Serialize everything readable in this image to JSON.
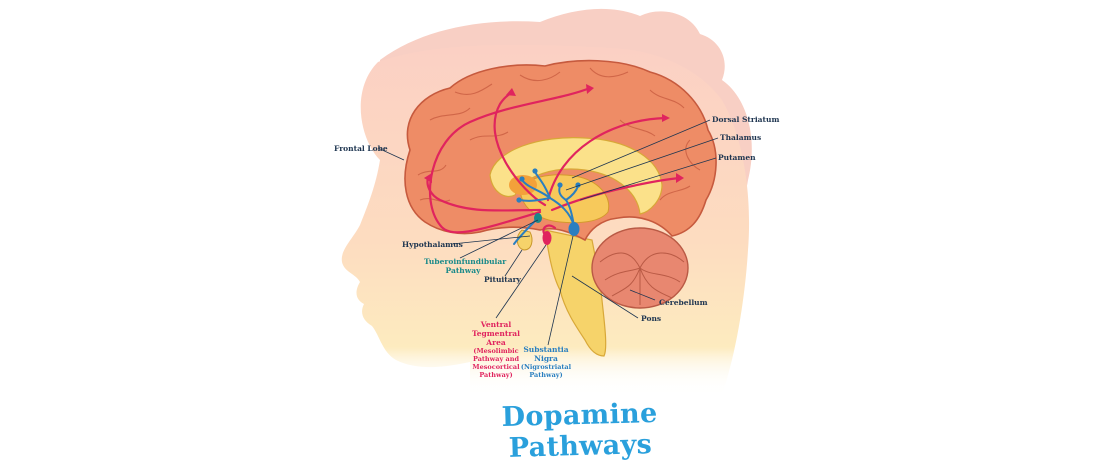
{
  "title": "Dopamine Pathways",
  "labels": {
    "frontal_lobe": "Frontal Lobe",
    "dorsal_striatum": "Dorsal Striatum",
    "thalamus": "Thalamus",
    "putamen": "Putamen",
    "hypothalamus": "Hypothalamus",
    "tuberoinfundibular": [
      "Tuberoinfundibular",
      "Pathway"
    ],
    "pituitary": "Pituitary",
    "cerebellum": "Cerebellum",
    "pons": "Pons",
    "vta": [
      "Ventral",
      "Tegmentral",
      "Area"
    ],
    "vta_sub": [
      "(Mesolimbic",
      "Pathway and",
      "Mesocortical",
      "Pathway)"
    ],
    "sn": [
      "Substantia",
      "Nigra"
    ],
    "sn_sub": [
      "(Nigrostriatal",
      "Pathway)"
    ]
  },
  "colors": {
    "head": "#fbd5c8",
    "neck": "#fde9b0",
    "brain": "#ee8c66",
    "brain_outline": "#c65a3e",
    "cerebellum": "#e88770",
    "brainstem": "#f6d36a",
    "pathway_pink": "#e0245e",
    "pathway_blue": "#2a7fc0",
    "title": "#2aa0dc",
    "label_navy": "#1e3550",
    "label_teal": "#1a8a8a"
  }
}
